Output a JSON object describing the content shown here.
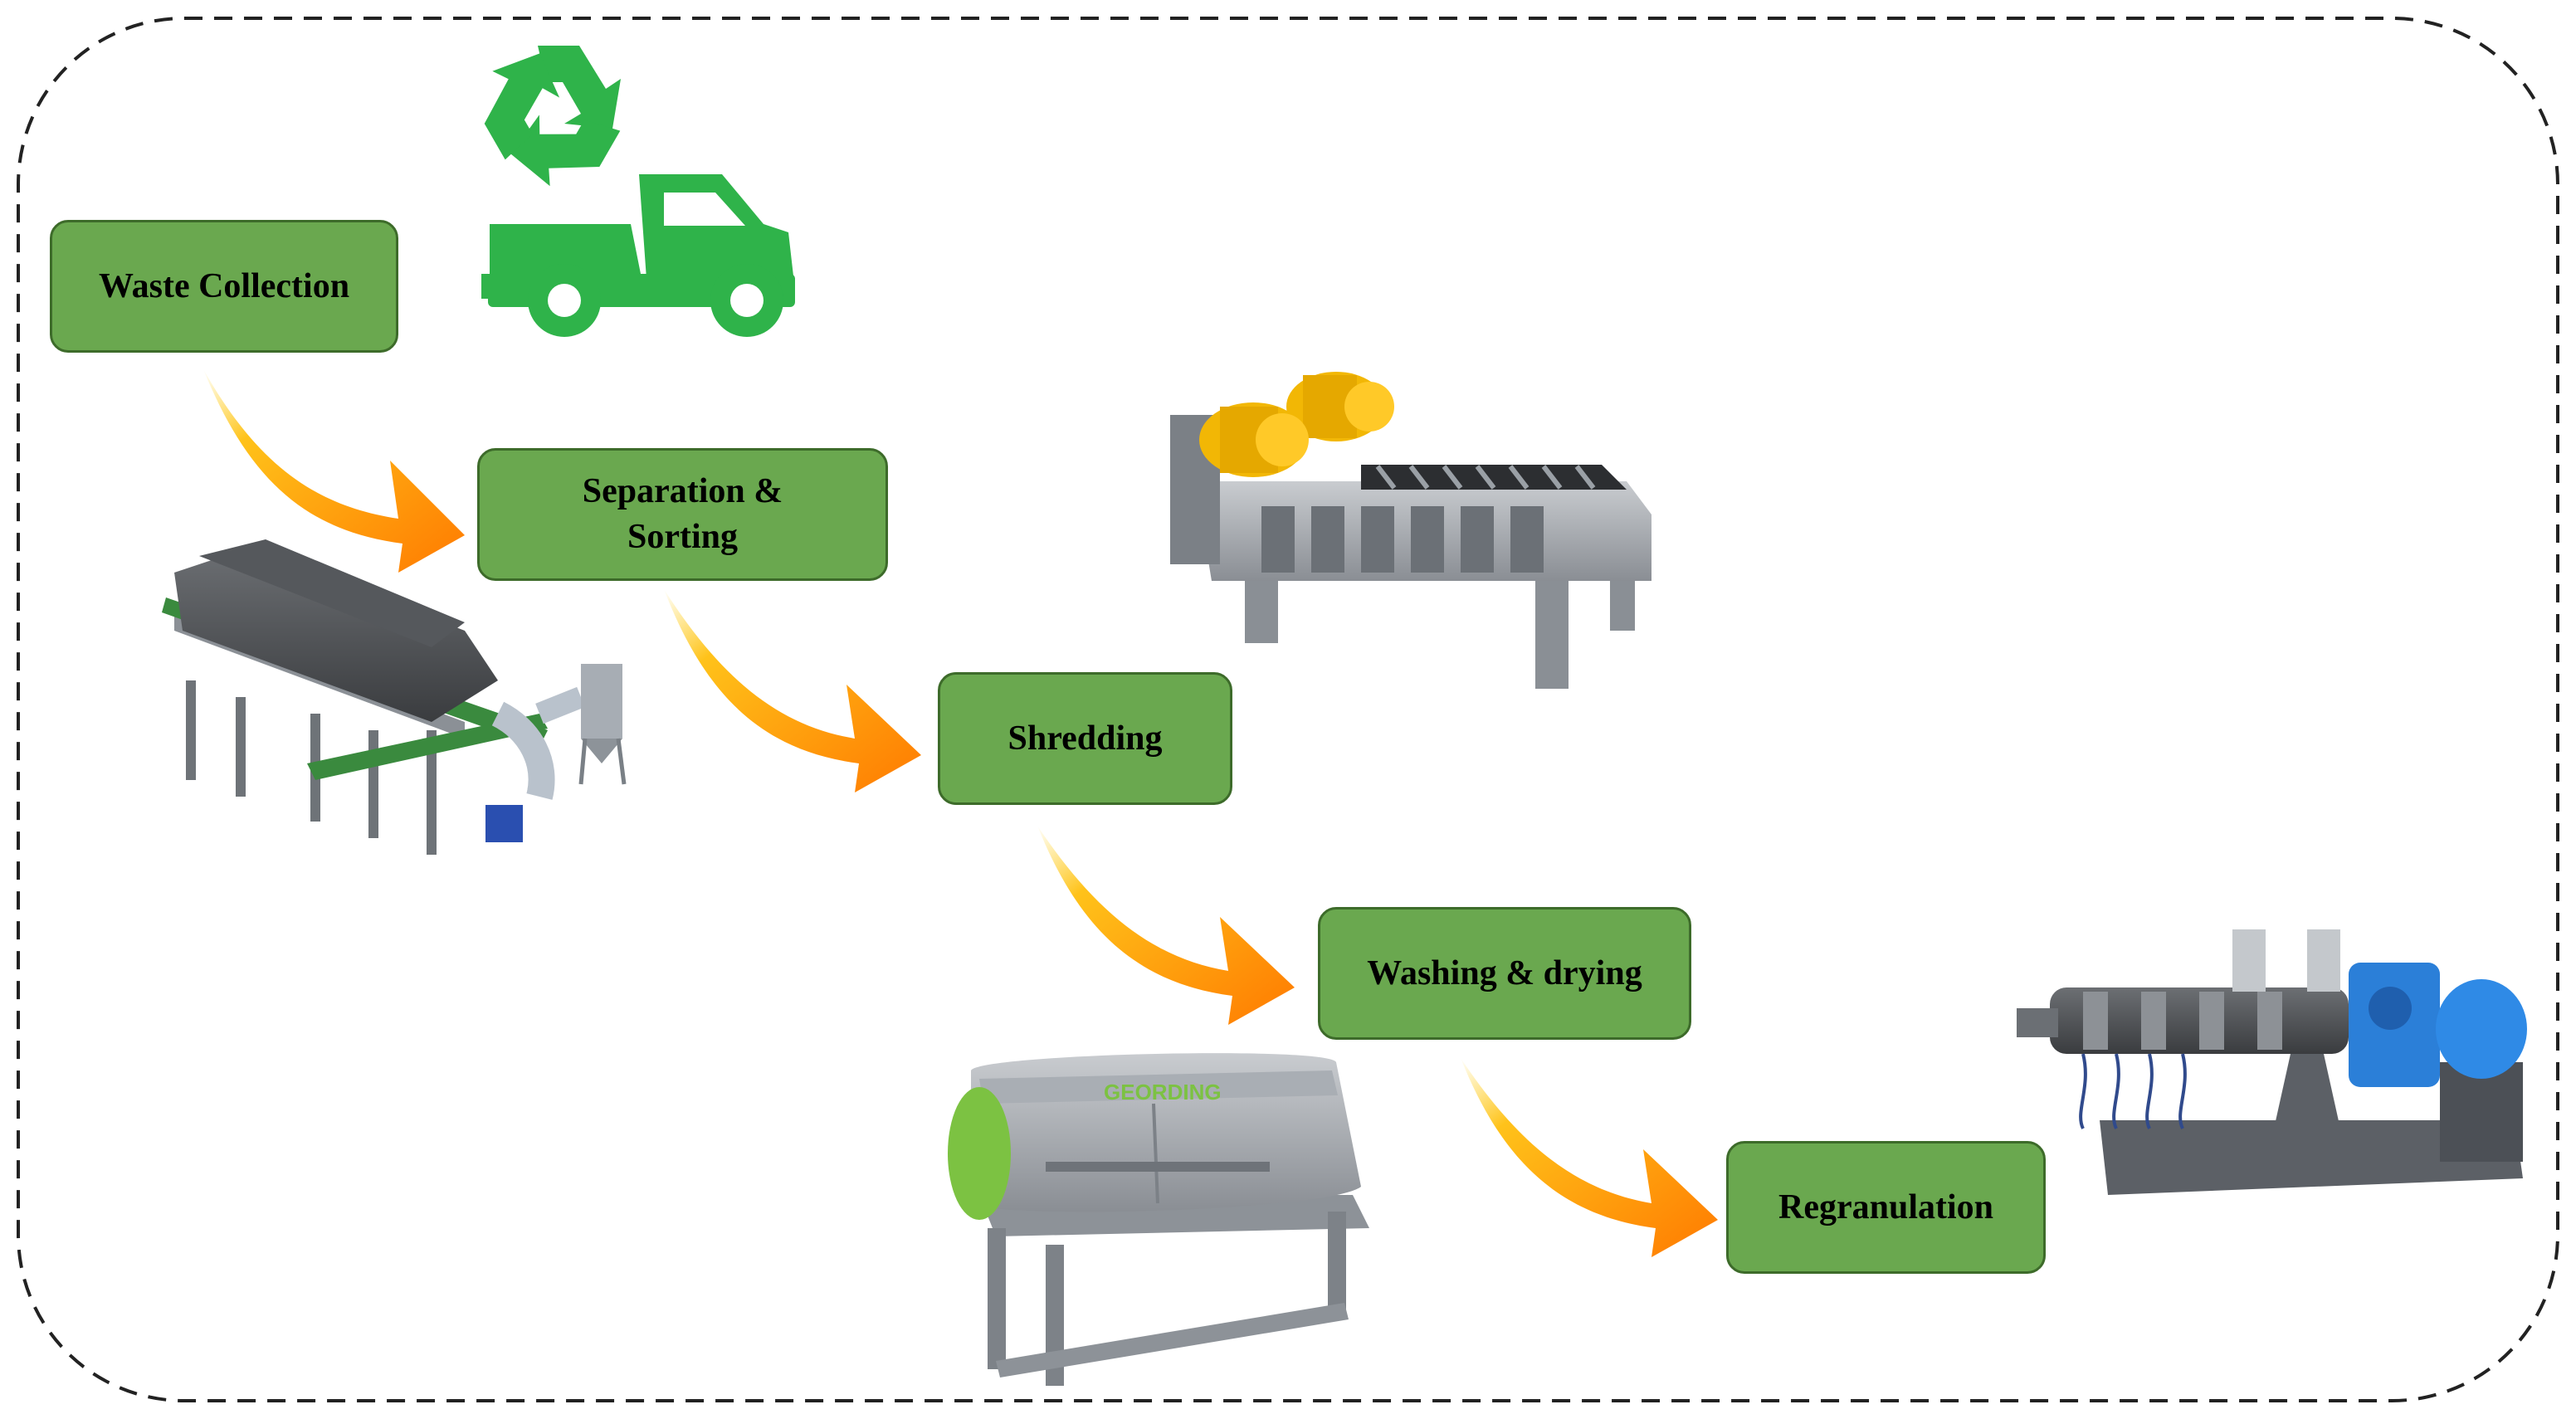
{
  "colors": {
    "box_fill": "#6aa84f",
    "box_border": "#3d6b2a",
    "arrow_start": "#ffd21a",
    "arrow_end": "#ff7a00",
    "recycle_green": "#2fb34a",
    "border_dash": "#222222"
  },
  "steps": [
    {
      "id": "waste-collection",
      "label": "Waste Collection"
    },
    {
      "id": "separation-sorting",
      "label": "Separation &\nSorting"
    },
    {
      "id": "shredding",
      "label": "Shredding"
    },
    {
      "id": "washing-drying",
      "label": "Washing & drying"
    },
    {
      "id": "regranulation",
      "label": "Regranulation"
    }
  ],
  "icons": {
    "collection": "recycle-truck-icon",
    "sorting": "sorting-machine-icon",
    "shredding": "shredder-machine-icon",
    "washing": "washing-machine-icon",
    "regranulation": "extruder-machine-icon"
  },
  "washer_brand": "GEORDING"
}
